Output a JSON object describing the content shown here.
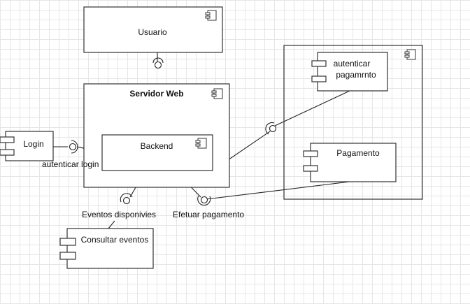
{
  "diagram": {
    "components": {
      "usuario": "Usuario",
      "servidor_web": "Servidor Web",
      "backend": "Backend",
      "login": "Login",
      "autenticar_pagamento": [
        "autenticar",
        "pagamrnto"
      ],
      "pagamento": "Pagamento",
      "consultar_eventos": "Consultar eventos"
    },
    "interfaces": {
      "autenticar_login": "autenticar login",
      "eventos_disponivies": "Eventos disponivies",
      "efetuar_pagamento": "Efetuar pagamento"
    }
  }
}
